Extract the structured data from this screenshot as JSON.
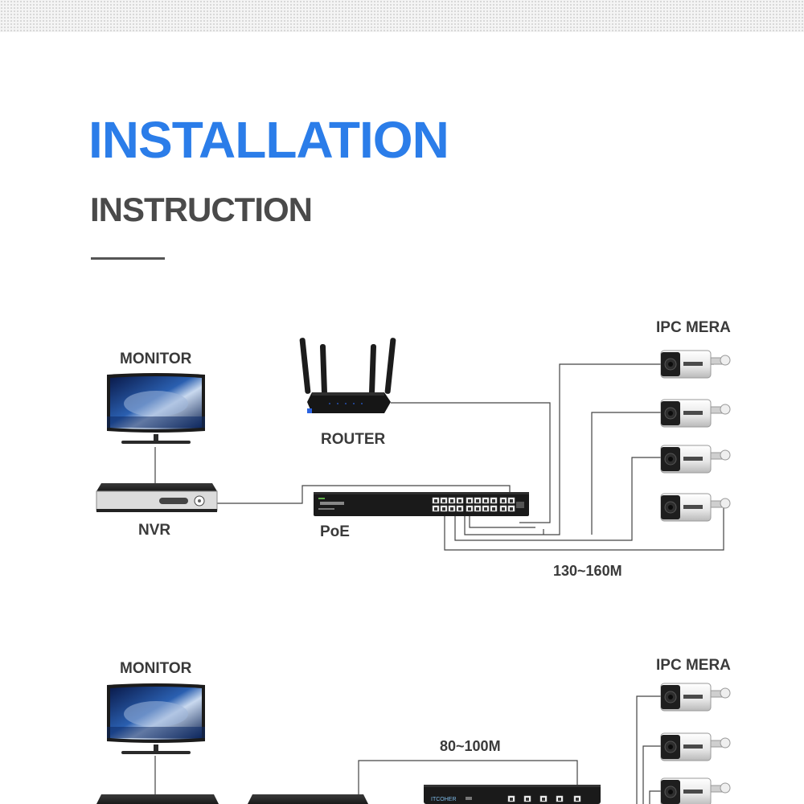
{
  "header": {
    "title": "INSTALLATION",
    "subtitle": "INSTRUCTION"
  },
  "diagram1": {
    "monitor_label": "MONITOR",
    "router_label": "ROUTER",
    "nvr_label": "NVR",
    "poe_label": "PoE",
    "camera_label": "IPC MERA",
    "distance_label": "130~160M"
  },
  "diagram2": {
    "monitor_label": "MONITOR",
    "camera_label": "IPC MERA",
    "distance_label": "80~100M",
    "switch_brand": "ITCOHER"
  },
  "colors": {
    "title": "#2b7de9",
    "text": "#3a3a3a",
    "line": "#444444",
    "device": "#1e1e1e"
  }
}
